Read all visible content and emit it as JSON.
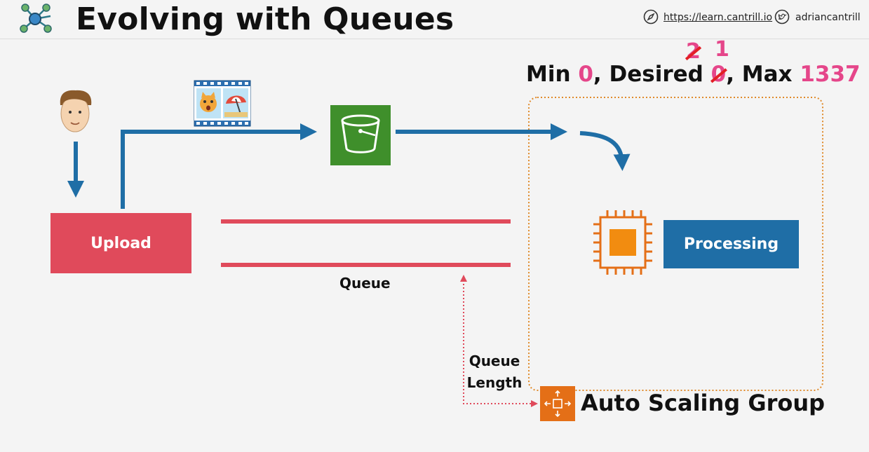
{
  "header": {
    "title": "Evolving with Queues",
    "url": "https://learn.cantrill.io",
    "twitter_handle": "adriancantrill",
    "logo_icon": "network-nodes-icon",
    "url_icon": "compass-icon",
    "twitter_icon": "twitter-bird-icon"
  },
  "diagram": {
    "upload_label": "Upload",
    "processing_label": "Processing",
    "queue_label": "Queue",
    "queue_length_line1": "Queue",
    "queue_length_line2": "Length",
    "asg_label": "Auto Scaling Group",
    "capacity": {
      "min_label": "Min ",
      "min_value": "0",
      "desired_label": ", Desired ",
      "desired_old": "0",
      "desired_new_1": "2",
      "desired_new_2": "1",
      "max_label": ", Max ",
      "max_value": "1337"
    }
  },
  "colors": {
    "upload": "#e04a5b",
    "processing": "#1f6ea6",
    "arrow": "#1f6ea6",
    "queue_lines": "#e04a5b",
    "asg_border": "#e08a2a",
    "s3": "#3f8f2b",
    "ec2": "#e46f17",
    "highlight": "#e5468a"
  }
}
